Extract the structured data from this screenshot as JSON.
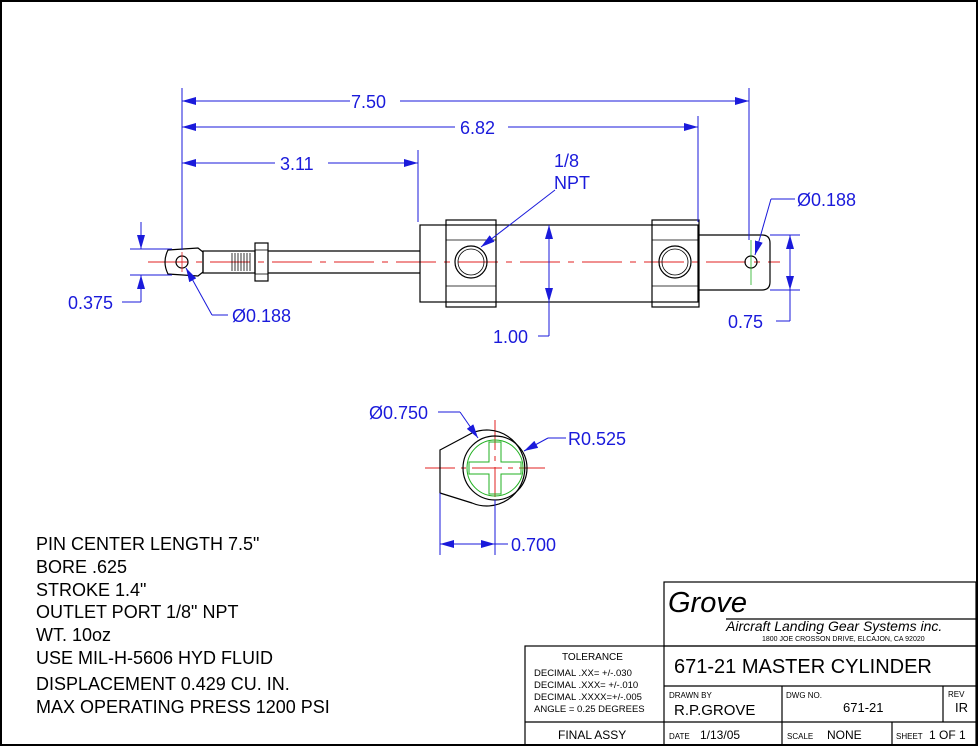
{
  "dimensions": {
    "overall_length": "7.50",
    "body_length": "6.82",
    "rod_length": "3.11",
    "port_size_1": "1/8",
    "port_size_2": "NPT",
    "rod_end_hole": "Ø0.188",
    "clevis_hole": "Ø0.188",
    "rod_end_height": "0.375",
    "clevis_height": "0.75",
    "body_diameter": "1.00",
    "eye_outer_diameter": "Ø0.750",
    "eye_radius": "R0.525",
    "eye_width": "0.700"
  },
  "notes": [
    "PIN CENTER LENGTH 7.5\"",
    "BORE .625",
    "STROKE 1.4\"",
    "OUTLET PORT 1/8\" NPT",
    "WT. 10oz",
    "USE MIL-H-5606 HYD FLUID",
    "DISPLACEMENT 0.429 CU. IN.",
    "MAX OPERATING PRESS 1200 PSI"
  ],
  "title_block": {
    "company_logo": "Grove",
    "company_name": "Aircraft Landing Gear Systems inc.",
    "company_address": "1800 JOE CROSSON DRIVE, ELCAJON, CA 92020",
    "drawing_title": "671-21 MASTER CYLINDER",
    "tolerance_header": "TOLERANCE",
    "tolerances": [
      "DECIMAL .XX=  +/-.030",
      "DECIMAL .XXX= +/-.010",
      "DECIMAL .XXXX=+/-.005",
      "ANGLE = 0.25 DEGREES"
    ],
    "drawn_by_label": "DRAWN BY",
    "drawn_by": "R.P.GROVE",
    "dwg_no_label": "DWG NO.",
    "dwg_no": "671-21",
    "rev_label": "REV",
    "rev": "IR",
    "final_assy": "FINAL ASSY",
    "date_label": "DATE",
    "date": "1/13/05",
    "scale_label": "SCALE",
    "scale": "NONE",
    "sheet_label": "SHEET",
    "sheet": "1 OF 1"
  },
  "colors": {
    "dimension": "#1a1adb",
    "centerline": "#e02020",
    "thread": "#20b020",
    "outline": "#000000"
  }
}
